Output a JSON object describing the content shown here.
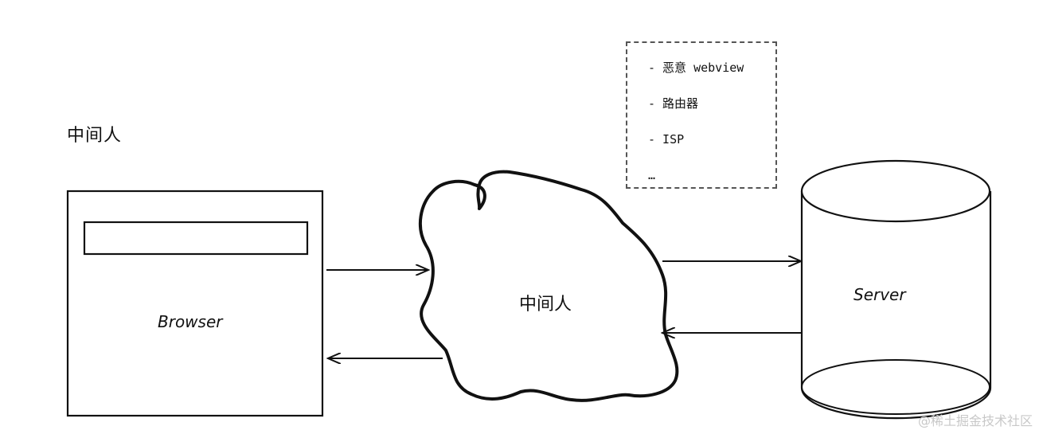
{
  "diagram": {
    "title": "中间人",
    "browser_label": "Browser",
    "mitm_label": "中间人",
    "server_label": "Server",
    "note_items": [
      "- 恶意 webview",
      "- 路由器",
      "- ISP",
      "…"
    ],
    "watermark": "@稀土掘金技术社区",
    "stroke_color": "#111111"
  }
}
